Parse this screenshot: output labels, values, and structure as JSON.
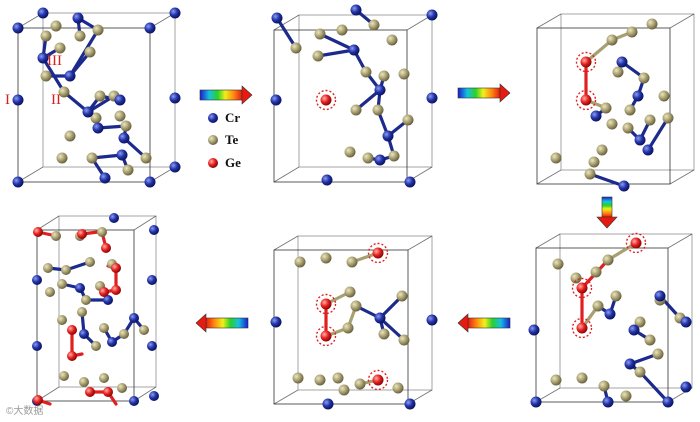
{
  "legend": [
    {
      "symbol": "Cr",
      "color": "#1c2a8c"
    },
    {
      "symbol": "Te",
      "color": "#a8a070"
    },
    {
      "symbol": "Ge",
      "color": "#e02020"
    }
  ],
  "site_labels": [
    "I",
    "II",
    "III"
  ],
  "arrow_colors": [
    "#1b1bd0",
    "#16c0e0",
    "#2ad12a",
    "#f2ef1a",
    "#ff8a10",
    "#e81a10"
  ],
  "watermark": "©大数据"
}
